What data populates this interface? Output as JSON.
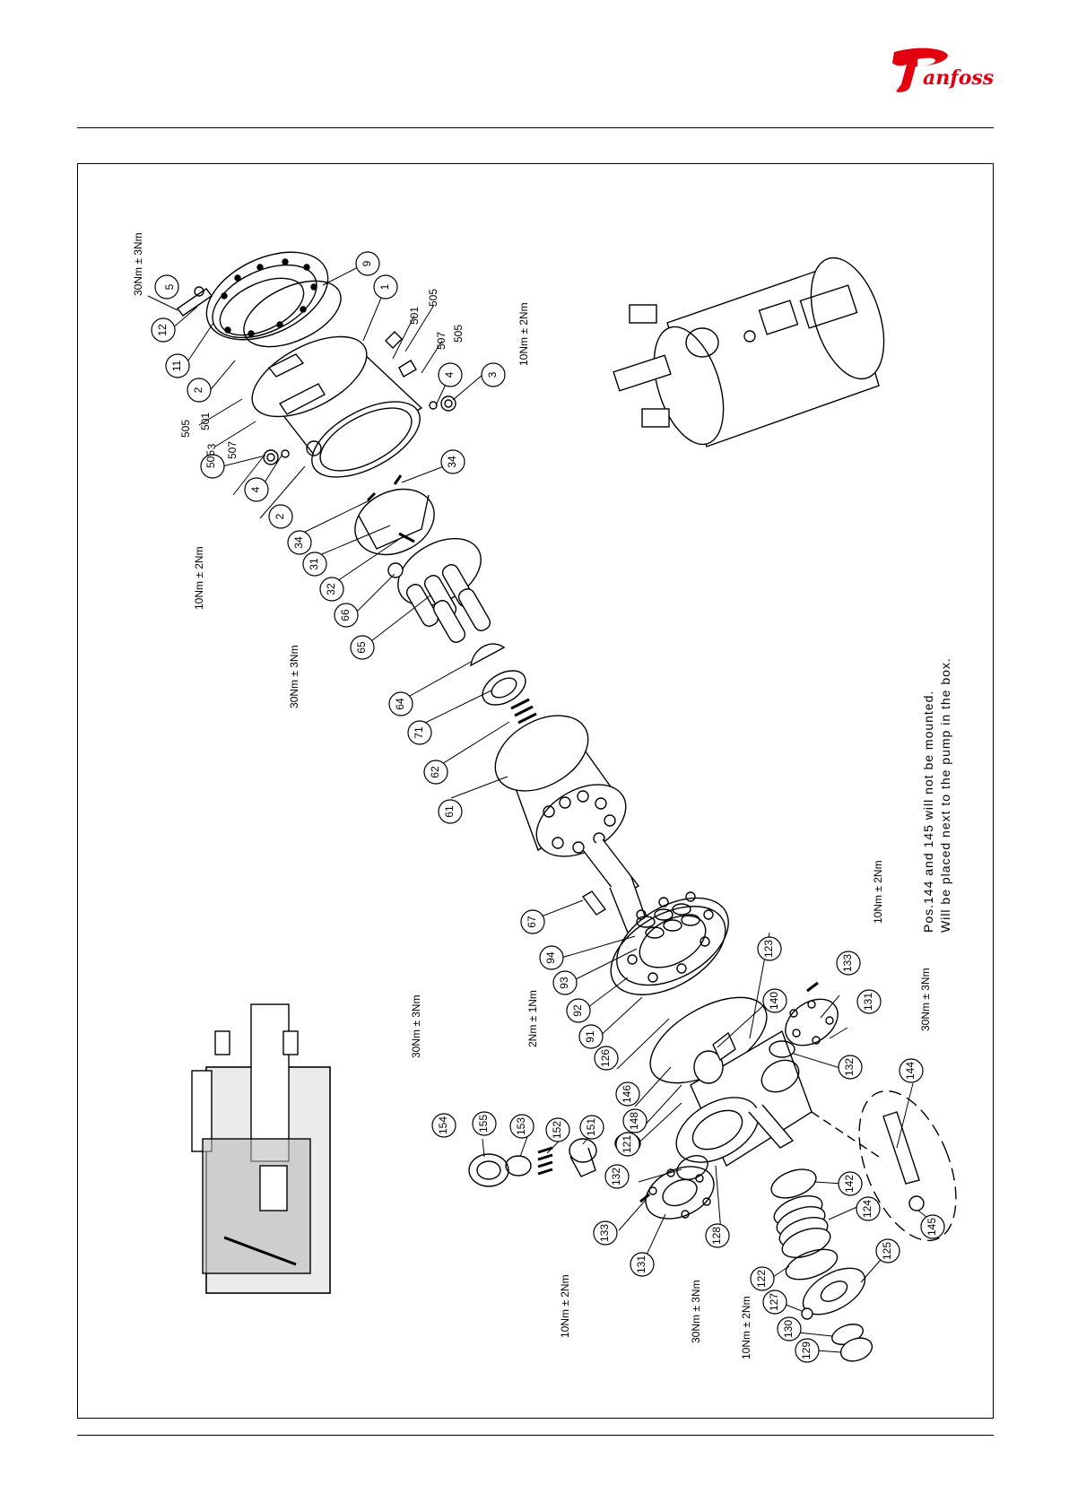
{
  "brand": {
    "name": "Danfoss",
    "color": "#e2000f"
  },
  "note": {
    "line1": "Pos.144  and  145  will  not  be  mounted.",
    "line2": "Will  be  placed  next  to  the  pump  in  the  box."
  },
  "footer_text": "",
  "callouts": [
    {
      "id": "c5",
      "label": "5"
    },
    {
      "id": "c12",
      "label": "12"
    },
    {
      "id": "c11",
      "label": "11"
    },
    {
      "id": "c9",
      "label": "9"
    },
    {
      "id": "c1",
      "label": "1"
    },
    {
      "id": "c2a",
      "label": "2"
    },
    {
      "id": "c505a",
      "label": "505"
    },
    {
      "id": "c501a",
      "label": "501"
    },
    {
      "id": "c507a",
      "label": "507"
    },
    {
      "id": "c505b",
      "label": "505"
    },
    {
      "id": "c3a",
      "label": "3"
    },
    {
      "id": "c4a",
      "label": "4"
    },
    {
      "id": "c2b",
      "label": "2"
    },
    {
      "id": "c501b",
      "label": "501"
    },
    {
      "id": "c505c",
      "label": "505"
    },
    {
      "id": "c507b",
      "label": "507"
    },
    {
      "id": "c505d",
      "label": "505"
    },
    {
      "id": "c4b",
      "label": "4"
    },
    {
      "id": "c3b",
      "label": "3"
    },
    {
      "id": "c34a",
      "label": "34"
    },
    {
      "id": "c34b",
      "label": "34"
    },
    {
      "id": "c31",
      "label": "31"
    },
    {
      "id": "c32",
      "label": "32"
    },
    {
      "id": "c66",
      "label": "66"
    },
    {
      "id": "c65",
      "label": "65"
    },
    {
      "id": "c64",
      "label": "64"
    },
    {
      "id": "c71",
      "label": "71"
    },
    {
      "id": "c62",
      "label": "62"
    },
    {
      "id": "c61",
      "label": "61"
    },
    {
      "id": "c67",
      "label": "67"
    },
    {
      "id": "c94",
      "label": "94"
    },
    {
      "id": "c93",
      "label": "93"
    },
    {
      "id": "c92",
      "label": "92"
    },
    {
      "id": "c91",
      "label": "91"
    },
    {
      "id": "c126",
      "label": "126"
    },
    {
      "id": "c123",
      "label": "123"
    },
    {
      "id": "c140",
      "label": "140"
    },
    {
      "id": "c133a",
      "label": "133"
    },
    {
      "id": "c131a",
      "label": "131"
    },
    {
      "id": "c132a",
      "label": "132"
    },
    {
      "id": "c146",
      "label": "146"
    },
    {
      "id": "c148",
      "label": "148"
    },
    {
      "id": "c121",
      "label": "121"
    },
    {
      "id": "c154",
      "label": "154"
    },
    {
      "id": "c155",
      "label": "155"
    },
    {
      "id": "c153",
      "label": "153"
    },
    {
      "id": "c152",
      "label": "152"
    },
    {
      "id": "c151",
      "label": "151"
    },
    {
      "id": "c132b",
      "label": "132"
    },
    {
      "id": "c133b",
      "label": "133"
    },
    {
      "id": "c131b",
      "label": "131"
    },
    {
      "id": "c128",
      "label": "128"
    },
    {
      "id": "c144",
      "label": "144"
    },
    {
      "id": "c142",
      "label": "142"
    },
    {
      "id": "c124",
      "label": "124"
    },
    {
      "id": "c145",
      "label": "145"
    },
    {
      "id": "c125",
      "label": "125"
    },
    {
      "id": "c122",
      "label": "122"
    },
    {
      "id": "c127",
      "label": "127"
    },
    {
      "id": "c130",
      "label": "130"
    },
    {
      "id": "c129",
      "label": "129"
    }
  ],
  "torques": [
    {
      "id": "t1",
      "label": "30Nm ± 3Nm"
    },
    {
      "id": "t2",
      "label": "10Nm ± 2Nm"
    },
    {
      "id": "t3",
      "label": "10Nm ± 2Nm"
    },
    {
      "id": "t4",
      "label": "30Nm ± 3Nm"
    },
    {
      "id": "t5",
      "label": "10Nm ± 2Nm"
    },
    {
      "id": "t6",
      "label": "30Nm ± 3Nm"
    },
    {
      "id": "t7",
      "label": "2Nm ± 1Nm"
    },
    {
      "id": "t8",
      "label": "30Nm ± 3Nm"
    },
    {
      "id": "t9",
      "label": "10Nm ± 2Nm"
    },
    {
      "id": "t10",
      "label": "30Nm ± 3Nm"
    },
    {
      "id": "t11",
      "label": "10Nm ± 2Nm"
    }
  ]
}
